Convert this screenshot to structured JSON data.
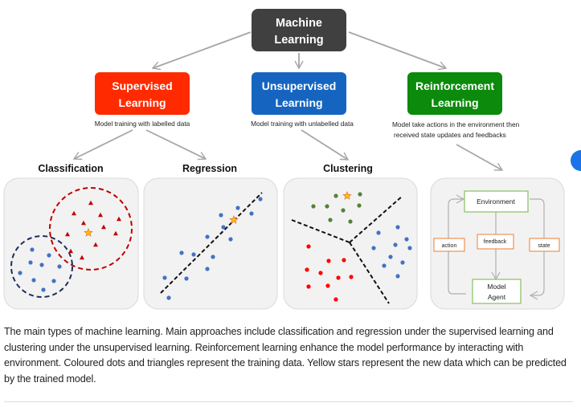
{
  "diagram": {
    "root": {
      "label_line1": "Machine",
      "label_line2": "Learning",
      "color": "#404040"
    },
    "categories": [
      {
        "id": "supervised",
        "label_line1": "Supervised",
        "label_line2": "Learning",
        "color": "#ff2a00",
        "description": [
          "Model training with labelled data"
        ]
      },
      {
        "id": "unsupervised",
        "label_line1": "Unsupervised",
        "label_line2": "Learning",
        "color": "#1565c0",
        "description": [
          "Model training with unlabelled data"
        ]
      },
      {
        "id": "reinforcement",
        "label_line1": "Reinforcement",
        "label_line2": "Learning",
        "color": "#0b8a0b",
        "description": [
          "Model take actions in the environment then",
          "received state updates and feedbacks"
        ]
      }
    ],
    "panels": {
      "classification": {
        "title": "Classification",
        "class_a": {
          "shape": "triangle",
          "color": "#c00000"
        },
        "class_b": {
          "shape": "dot",
          "color": "#4472c4"
        },
        "new_point": "star"
      },
      "regression": {
        "title": "Regression",
        "point_color": "#4472c4",
        "new_point": "star"
      },
      "clustering": {
        "title": "Clustering",
        "clusters": [
          {
            "color": "#548235"
          },
          {
            "color": "#ff0000"
          },
          {
            "color": "#4472c4"
          }
        ],
        "new_point": "star"
      },
      "reinforcement": {
        "environment_label": "Environment",
        "agent_label_line1": "Model",
        "agent_label_line2": "Agent",
        "action_label": "action",
        "feedback_label": "feedback",
        "state_label": "state"
      }
    },
    "colors": {
      "star_fill": "#ffc000",
      "star_stroke": "#ed7d31",
      "panel_bg": "#f2f2f2",
      "arrow": "#a6a6a6"
    }
  },
  "caption": "The main types of machine learning. Main approaches include classification and regression under the supervised learning and clustering under the unsupervised learning. Reinforcement learning enhance the model performance by interacting with environment. Coloured dots and triangles represent the training data. Yellow stars represent the new data which can be predicted by the trained model."
}
